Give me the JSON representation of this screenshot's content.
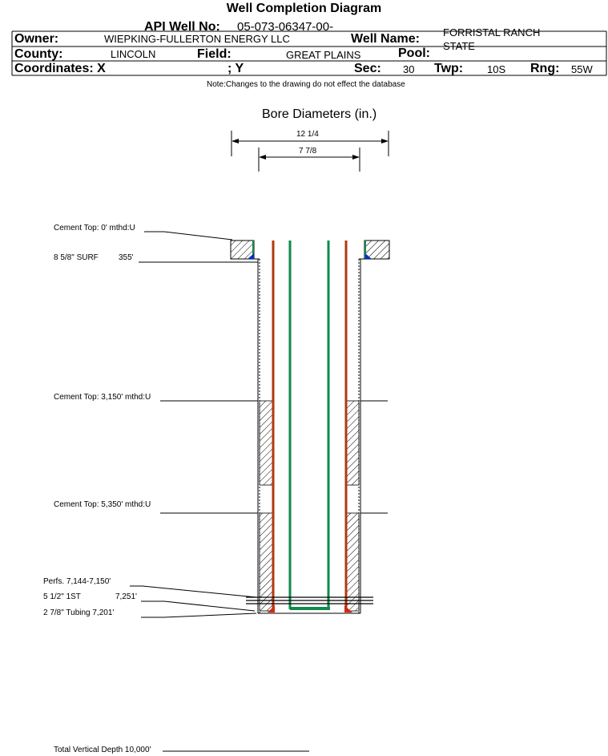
{
  "title": "Well Completion Diagram",
  "header": {
    "api_label": "API Well No:",
    "api_value": "05-073-06347-00-",
    "owner_label": "Owner:",
    "owner_value": "WIEPKING-FULLERTON ENERGY LLC",
    "well_name_label": "Well Name:",
    "well_name_line1": "FORRISTAL RANCH",
    "well_name_line2": "STATE",
    "county_label": "County:",
    "county_value": "LINCOLN",
    "field_label": "Field:",
    "field_value": "GREAT PLAINS",
    "pool_label": "Pool:",
    "coords_label": "Coordinates: X",
    "coords_y": "; Y",
    "sec_label": "Sec:",
    "sec_value": "30",
    "twp_label": "Twp:",
    "twp_value": "10S",
    "rng_label": "Rng:",
    "rng_value": "55W"
  },
  "note": "Note:Changes to the drawing do not effect the database",
  "bore": {
    "title": "Bore Diameters (in.)",
    "outer": "12 1/4",
    "inner": "7 7/8"
  },
  "labels": {
    "cement_top_0": "Cement Top: 0' mthd:U",
    "surf_casing": "8 5/8\" SURF",
    "surf_depth": "355'",
    "cement_top_3150": "Cement Top: 3,150' mthd:U",
    "cement_top_5350": "Cement Top: 5,350' mthd:U",
    "perfs": "Perfs. 7,144-7,150'",
    "prod_casing": "5 1/2\" 1ST",
    "prod_depth": "7,251'",
    "tubing": "2 7/8\" Tubing 7,201'",
    "tvd": "Total Vertical Depth 10,000'"
  },
  "colors": {
    "casing": "#b03a10",
    "tubing": "#0f8a4c",
    "packer": "#0030c8",
    "shoe": "#d42a10"
  }
}
